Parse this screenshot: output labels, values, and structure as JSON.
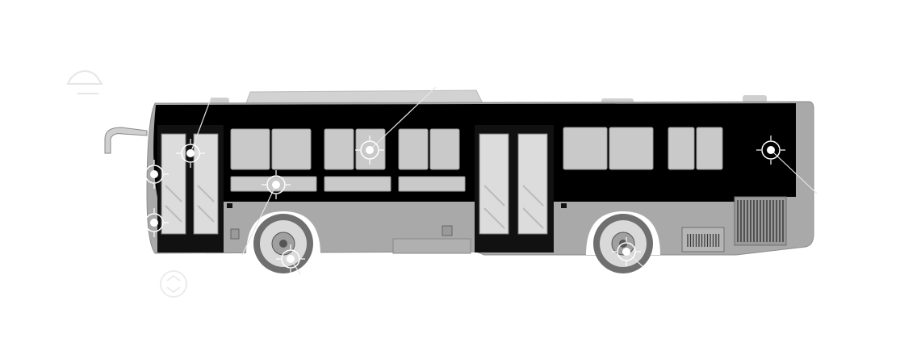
{
  "colors": {
    "background": "#ffffff",
    "body_gray": "#a9a9a9",
    "body_dark": "#8e8e8e",
    "window_black": "#000000",
    "glass_gray": "#c9c9c9",
    "roof_gray": "#cfcfcf",
    "hotspot_white": "#ffffff",
    "leader_line": "#e6e6e6",
    "watermark": "#e9e9e9"
  },
  "icons": {
    "watermark_top": "car-outline-icon",
    "watermark_bottom": "circle-arrows-icon",
    "hotspot": "crosshair-target-icon"
  },
  "hotspots": [
    {
      "name": "hotspot-front-door"
    },
    {
      "name": "hotspot-front-upper"
    },
    {
      "name": "hotspot-front-lower"
    },
    {
      "name": "hotspot-side-panel"
    },
    {
      "name": "hotspot-mid-window"
    },
    {
      "name": "hotspot-front-wheel"
    },
    {
      "name": "hotspot-rear-wheel"
    },
    {
      "name": "hotspot-rear-window"
    }
  ]
}
